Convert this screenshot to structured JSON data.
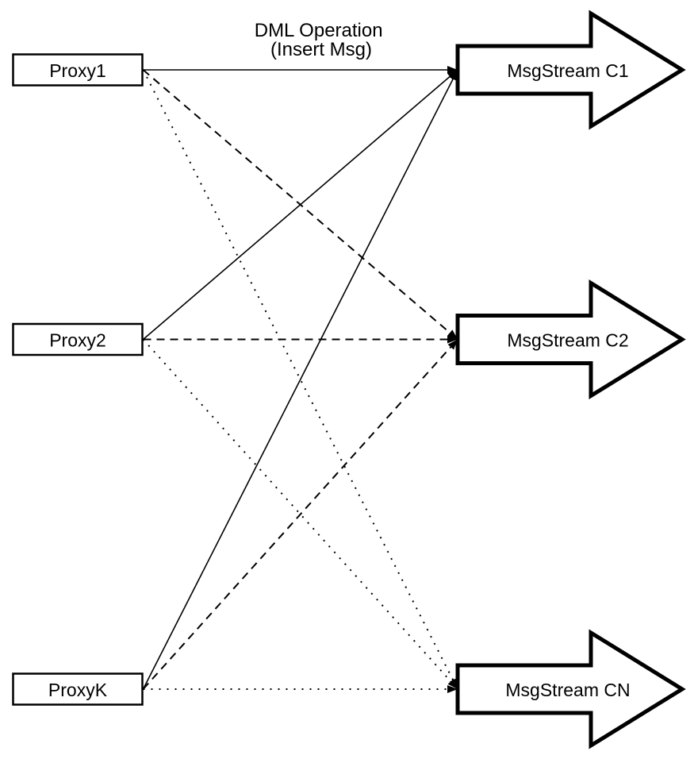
{
  "diagram": {
    "title": {
      "line1": "DML Operation",
      "line2": "(Insert Msg)"
    },
    "proxies": [
      {
        "id": "proxy1",
        "label": "Proxy1"
      },
      {
        "id": "proxy2",
        "label": "Proxy2"
      },
      {
        "id": "proxyK",
        "label": "ProxyK"
      }
    ],
    "streams": [
      {
        "id": "c1",
        "label": "MsgStream C1"
      },
      {
        "id": "c2",
        "label": "MsgStream C2"
      },
      {
        "id": "cn",
        "label": "MsgStream CN"
      }
    ],
    "edges": [
      {
        "from": "proxy1",
        "to": "c1",
        "style": "solid"
      },
      {
        "from": "proxy1",
        "to": "c2",
        "style": "dashed"
      },
      {
        "from": "proxy1",
        "to": "cn",
        "style": "dotted"
      },
      {
        "from": "proxy2",
        "to": "c1",
        "style": "solid"
      },
      {
        "from": "proxy2",
        "to": "c2",
        "style": "dashed"
      },
      {
        "from": "proxy2",
        "to": "cn",
        "style": "dotted"
      },
      {
        "from": "proxyK",
        "to": "c1",
        "style": "solid"
      },
      {
        "from": "proxyK",
        "to": "c2",
        "style": "dashed"
      },
      {
        "from": "proxyK",
        "to": "cn",
        "style": "dotted"
      }
    ]
  },
  "colors": {
    "line": "#000000",
    "node_fill": "#ffffff",
    "background": "#ffffff"
  }
}
